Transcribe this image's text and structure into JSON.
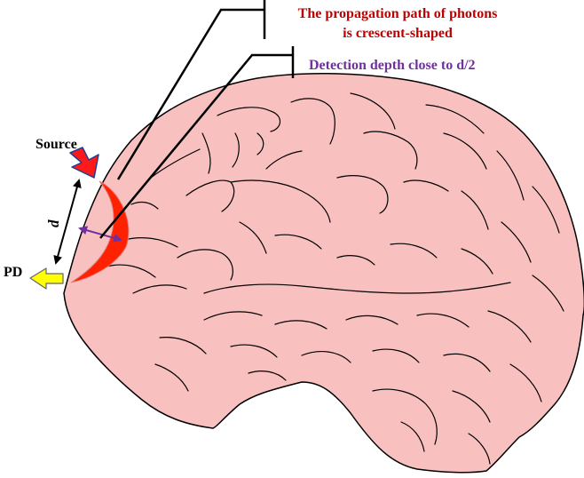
{
  "labels": {
    "title_line1": "The propagation path of photons",
    "title_line2": "is crescent-shaped",
    "depth": "Detection depth close to d/2",
    "source": "Source",
    "pd": "PD",
    "d": "d"
  },
  "colors": {
    "title": "#c00000",
    "depth": "#7030a0",
    "brain_fill": "#f9c0c0",
    "brain_stroke": "#000000",
    "crescent": "#ff2200",
    "source_arrow": "#ff1a1a",
    "pd_arrow": "#ffff00",
    "depth_arrow": "#7030a0"
  }
}
